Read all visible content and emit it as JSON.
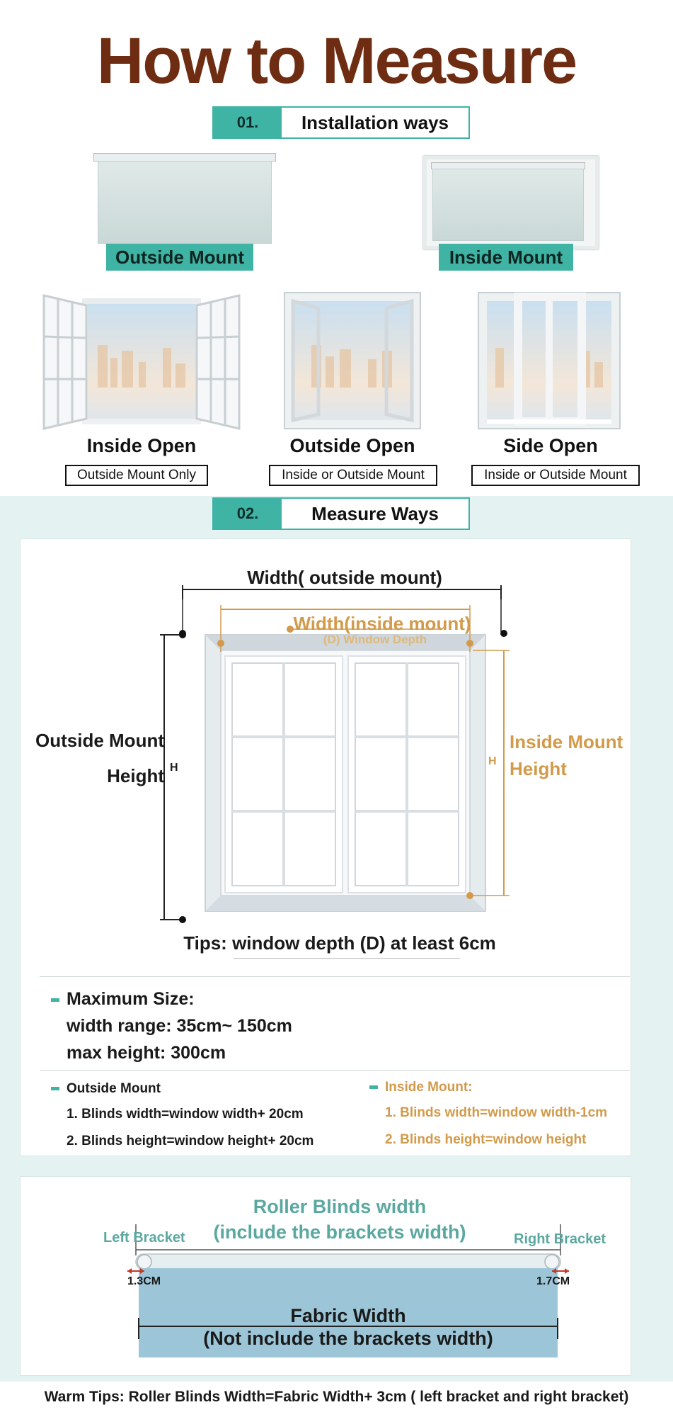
{
  "title": "How to Measure",
  "section1": {
    "number": "01.",
    "label": "Installation ways"
  },
  "mounts": [
    {
      "label": "Outside Mount"
    },
    {
      "label": "Inside Mount"
    }
  ],
  "windows": [
    {
      "label": "Inside Open",
      "note": "Outside Mount Only"
    },
    {
      "label": "Outside Open",
      "note": "Inside or Outside Mount"
    },
    {
      "label": "Side Open",
      "note": "Inside or Outside Mount"
    }
  ],
  "section2": {
    "number": "02.",
    "label": "Measure Ways"
  },
  "diagram": {
    "width_outside": "Width( outside mount)",
    "width_inside": "Width(inside mount)",
    "window_depth": "(D) Window Depth",
    "outside_height_1": "Outside Mount",
    "outside_height_2": "Height",
    "h_left": "H",
    "h_right": "H",
    "inside_height_1": "Inside Mount",
    "inside_height_2": "Height",
    "tips": "Tips: window depth (D) at least 6cm"
  },
  "max_size": {
    "heading": "Maximum Size:",
    "width_range": "width range: 35cm~ 150cm",
    "max_height": "max height: 300cm"
  },
  "outside_mount": {
    "heading": "Outside Mount",
    "line1": "1. Blinds width=window width+ 20cm",
    "line2": "2. Blinds height=window height+ 20cm"
  },
  "inside_mount": {
    "heading": "Inside Mount:",
    "line1": "1. Blinds width=window width-1cm",
    "line2": "2. Blinds height=window height"
  },
  "roller": {
    "title1": "Roller Blinds width",
    "title2": "(include the brackets width)",
    "left_bracket": "Left Bracket",
    "right_bracket": "Right Bracket",
    "left_size": "1.3CM",
    "right_size": "1.7CM",
    "fabric1": "Fabric Width",
    "fabric2": "(Not include the brackets width)"
  },
  "warm_tips": "Warm Tips: Roller Blinds Width=Fabric Width+ 3cm ( left bracket and right bracket)",
  "colors": {
    "brown": "#6e2d12",
    "teal": "#3fb3a4",
    "gold": "#d29a4a",
    "fabric": "#9cc6d8"
  }
}
